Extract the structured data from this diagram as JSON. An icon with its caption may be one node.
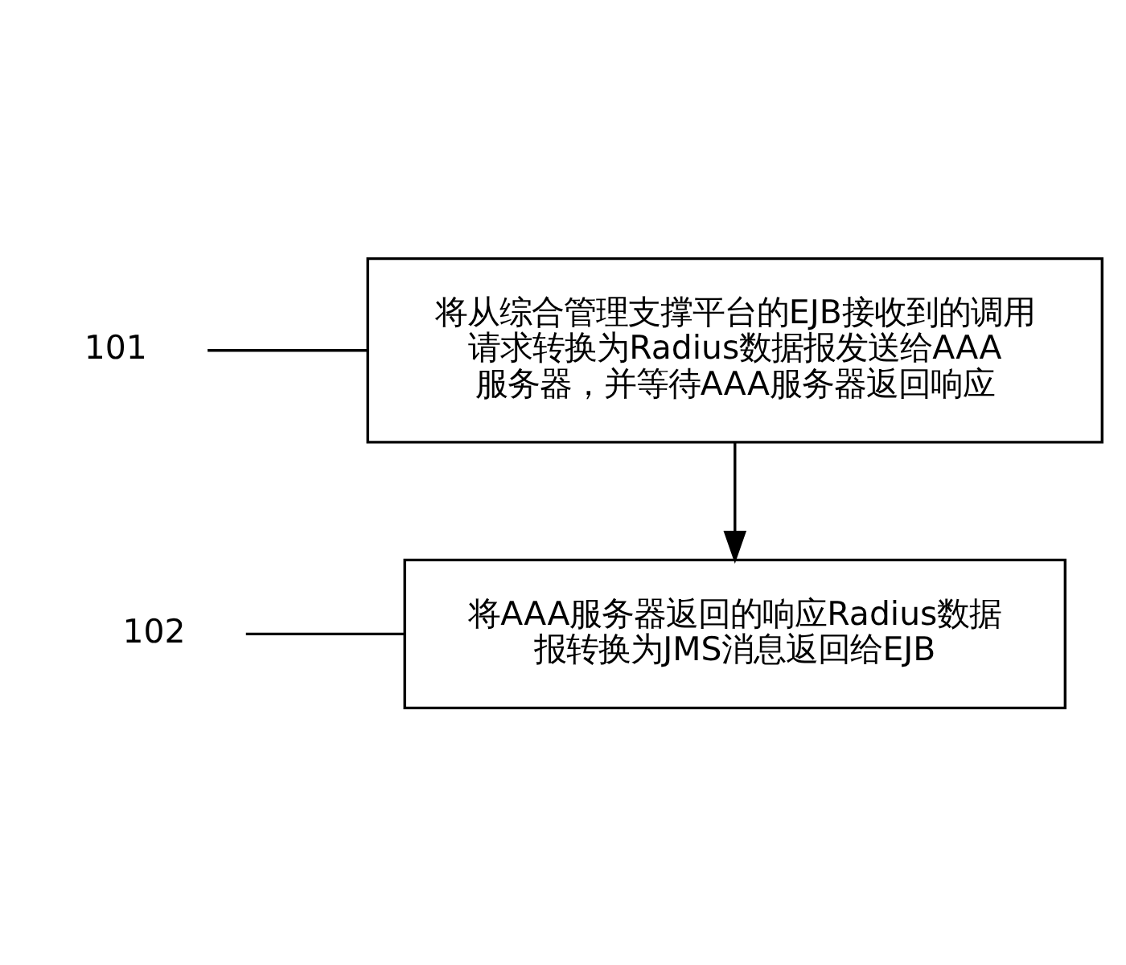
{
  "diagram": {
    "nodes": [
      {
        "text": [
          "将从综合管理支撑平台的EJB接收到的调用请求转换为Radius数据报发送给AAA服务器，并等待AAA服务器返回响应"
        ]
      },
      {
        "text": [
          "101"
        ]
      },
      {
        "text": [
          "将AAA服务器返回的响应Radius数据报转换为JMS消息返回给EJB"
        ]
      },
      {
        "text": [
          "102"
        ]
      }
    ],
    "edges": [
      {
        "from": 0,
        "to": 2,
        "arrow": "to"
      },
      {
        "from": 1,
        "to": 0,
        "arrow": "none"
      },
      {
        "from": 3,
        "to": 2,
        "arrow": "none"
      }
    ]
  }
}
